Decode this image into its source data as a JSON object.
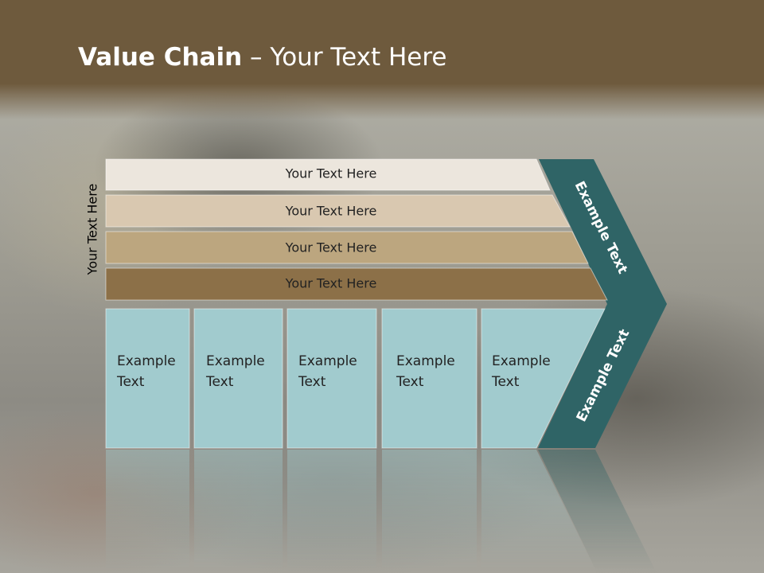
{
  "slide": {
    "title_bold": "Value Chain",
    "title_rest": " – Your Text Here",
    "vertical_label": "Your Text Here"
  },
  "bands": [
    {
      "label": "Your Text Here",
      "color": "#ece6dd"
    },
    {
      "label": "Your Text Here",
      "color": "#d9c8b0"
    },
    {
      "label": "Your Text Here",
      "color": "#bca67f"
    },
    {
      "label": "Your Text Here",
      "color": "#8c7048"
    }
  ],
  "boxes": [
    {
      "line1": "Example",
      "line2": "Text"
    },
    {
      "line1": "Example",
      "line2": "Text"
    },
    {
      "line1": "Example",
      "line2": "Text"
    },
    {
      "line1": "Example",
      "line2": "Text"
    },
    {
      "line1": "Example",
      "line2": "Text"
    }
  ],
  "chevron": {
    "upper_label": "Example Text",
    "lower_label": "Example Text",
    "color": "#2f6466"
  },
  "colors": {
    "box_fill": "#a1cbce",
    "title_bar": "#6e5a3d"
  }
}
